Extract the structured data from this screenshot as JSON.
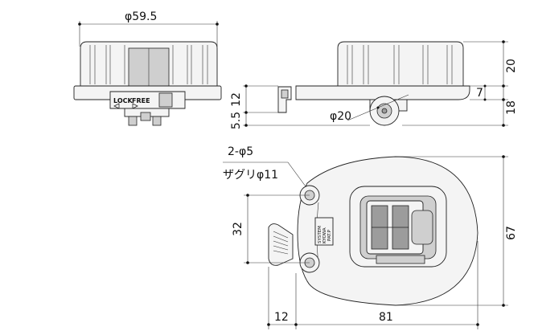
{
  "dimensions": {
    "top_width": "φ59.5",
    "height_total": "20",
    "height_body": "7",
    "height_lower": "18",
    "height_12": "12",
    "height_5_5": "5.5",
    "roller_dia": "φ20",
    "hole_dia": "2-φ5",
    "counterbore": "ザグリφ11",
    "hole_pitch": "32",
    "overall_height": "67",
    "offset_left": "12",
    "overall_width": "81"
  },
  "labels": {
    "lock": "LOCK",
    "free": "FREE",
    "maker_1": "KYOWA",
    "maker_2": "PAT.P",
    "maker_3": "SYSTEM"
  }
}
